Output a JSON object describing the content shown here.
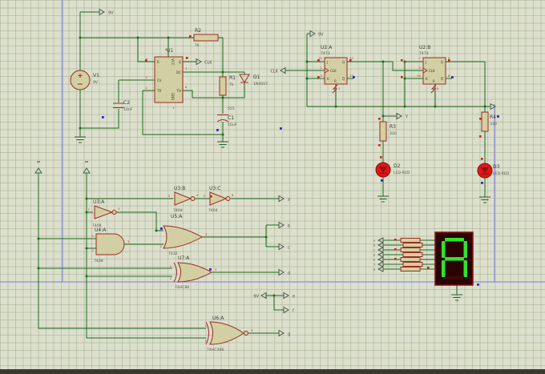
{
  "colors": {
    "background": "#dbdfcc",
    "grid": "#c3c9b2",
    "wire": "#1e6b1e",
    "component_outline": "#9e2b25",
    "component_fill": "#d2cfa2",
    "pin_number_red": "#c22a20",
    "selection_blue": "#8d8ddd",
    "led_red": "#e01616",
    "display_green": "#2de42d",
    "display_background": "#2a0404"
  },
  "power": {
    "main_rail_label": "9V",
    "ff_rail_label": "9V",
    "aux_rail_label": "9V",
    "source": {
      "ref": "V1",
      "value": "9V"
    }
  },
  "timer": {
    "ref": "U1",
    "part": "555",
    "out_terminal": "CLK",
    "pin_labels": {
      "r": "R",
      "cv": "CV",
      "tr": "TR",
      "q": "Q",
      "dc": "DC",
      "th": "TH",
      "vcc": "VCC",
      "gnd": "GND"
    },
    "pin_numbers": {
      "r": "4",
      "cv": "5",
      "tr": "2",
      "q": "3",
      "dc": "7",
      "th": "6",
      "vcc": "8",
      "gnd": "1"
    }
  },
  "passives": {
    "r1": {
      "ref": "R1",
      "value": "7k"
    },
    "r2": {
      "ref": "R2",
      "value": "7k"
    },
    "r3": {
      "ref": "R3",
      "value": "330"
    },
    "r4": {
      "ref": "R4",
      "value": "330"
    },
    "c1": {
      "ref": "C1",
      "value": "10uF"
    },
    "c2": {
      "ref": "C2",
      "value": "10nF"
    }
  },
  "diodes": {
    "d1": {
      "ref": "D1",
      "value": "1N4007"
    },
    "d2": {
      "ref": "D2",
      "value": "LED-RED"
    },
    "d3": {
      "ref": "D3",
      "value": "LED-RED"
    }
  },
  "flipflops": {
    "clk_in_terminal": "CLK",
    "y_terminal": "Y",
    "ff1": {
      "ref": "U2:A",
      "part": "7473",
      "pin_labels": {
        "j": "J",
        "clk": "CLK",
        "k": "K",
        "q": "Q",
        "qb": "Q̄",
        "r": "R"
      },
      "pin_numbers": {
        "j": "14",
        "clk": "1",
        "k": "3",
        "q": "12",
        "qb": "13",
        "r": "2"
      }
    },
    "ff2": {
      "ref": "U2:B",
      "part": "7473",
      "pin_labels": {
        "j": "J",
        "clk": "CLK",
        "k": "K",
        "q": "Q",
        "qb": "Q̄",
        "r": "R"
      },
      "pin_numbers": {
        "j": "7",
        "clk": "5",
        "k": "10",
        "q": "9",
        "qb": "8",
        "r": "6"
      }
    }
  },
  "gates": {
    "u3a": {
      "ref": "U3:A",
      "part": "7404",
      "in1": "1",
      "out": "2"
    },
    "u3b": {
      "ref": "U3:B",
      "part": "7404",
      "in1": "3",
      "out": "4"
    },
    "u3c": {
      "ref": "U3:C",
      "part": "7404",
      "in1": "5",
      "out": "6"
    },
    "u4a": {
      "ref": "U4:A",
      "part": "7408",
      "in1": "1",
      "in2": "2",
      "out": "3"
    },
    "u5a": {
      "ref": "U5:A",
      "part": "7432",
      "in1": "1",
      "in2": "2",
      "out": "3"
    },
    "u7a": {
      "ref": "U7:A",
      "part": "74HC86",
      "in1": "1",
      "in2": "2",
      "out": "3"
    },
    "u6a": {
      "ref": "U6:A",
      "part": "74HC266",
      "in1": "1",
      "in2": "2",
      "out": "3"
    }
  },
  "outputs": {
    "a": "a",
    "b": "b",
    "c": "c",
    "d": "d",
    "e": "e",
    "f": "f",
    "g": "g"
  },
  "segment_driver": {
    "inputs": [
      "a",
      "b",
      "c",
      "d",
      "e",
      "f",
      "g"
    ]
  },
  "display": {
    "value": "A",
    "lit_segments": [
      "a",
      "b",
      "c",
      "e",
      "f",
      "g"
    ]
  }
}
